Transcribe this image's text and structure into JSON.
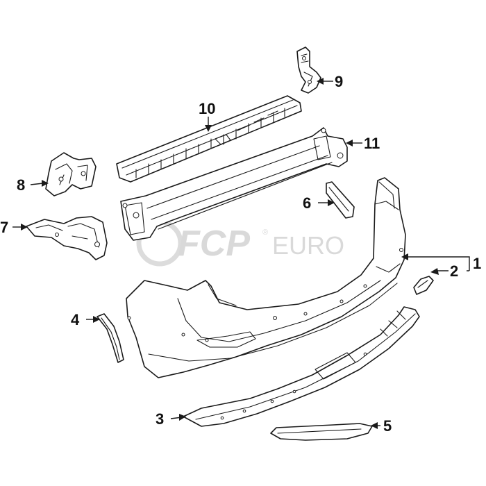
{
  "watermark": {
    "fcp": "FCP",
    "euro": "EURO",
    "registered": "®"
  },
  "callouts": [
    "1",
    "2",
    "3",
    "4",
    "5",
    "6",
    "7",
    "8",
    "9",
    "10",
    "11"
  ]
}
